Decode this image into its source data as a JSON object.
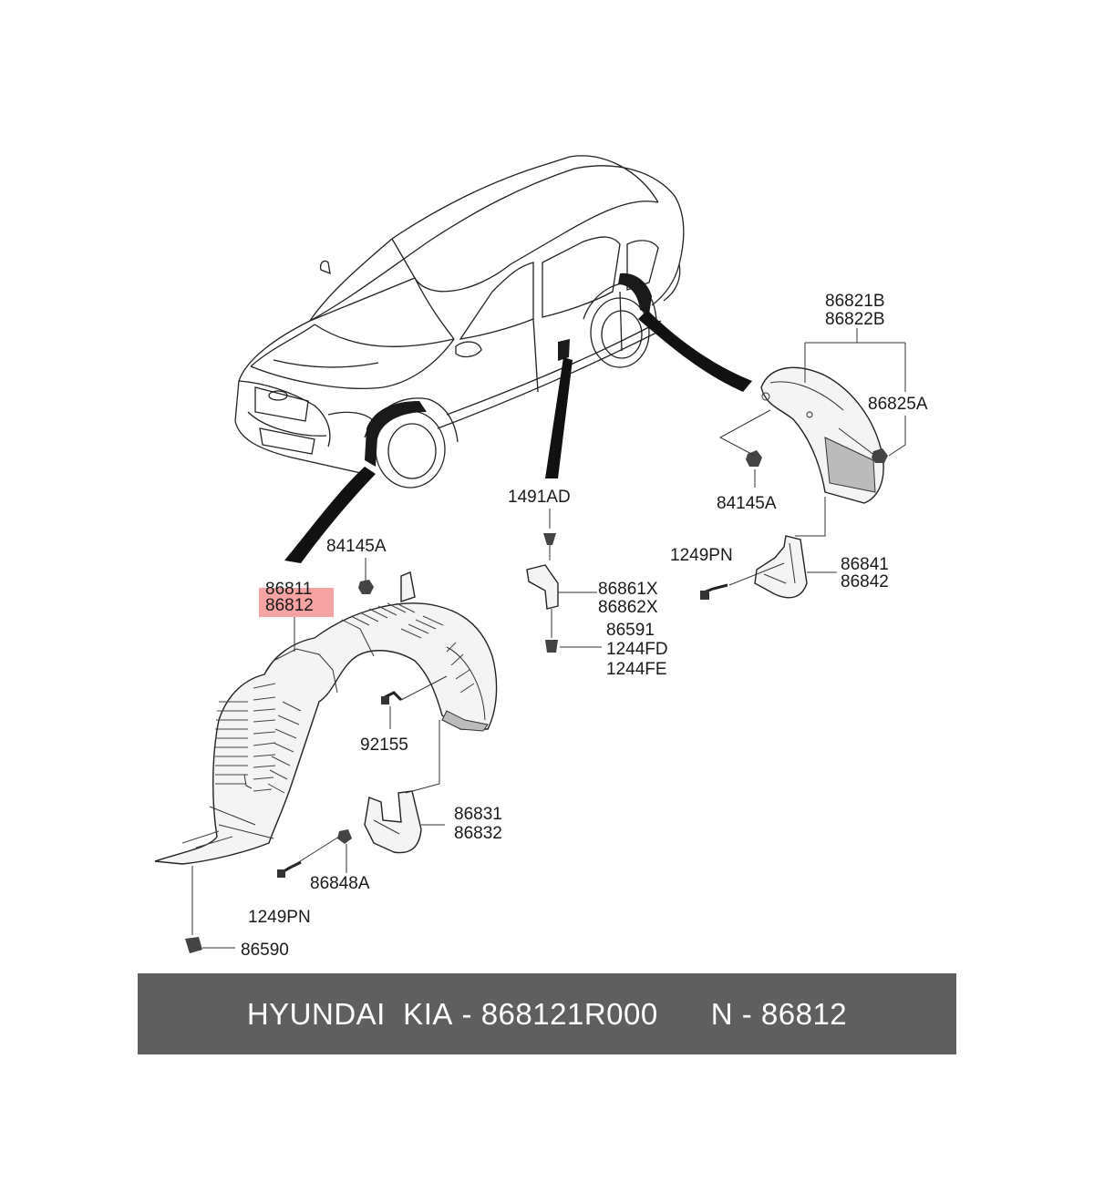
{
  "part_labels": {
    "p86821B": "86821B",
    "p86822B": "86822B",
    "p86825A": "86825A",
    "p84145A_rear": "84145A",
    "p1249PN_rear": "1249PN",
    "p86841": "86841",
    "p86842": "86842",
    "p1491AD": "1491AD",
    "p86861X": "86861X",
    "p86862X": "86862X",
    "p86591": "86591",
    "p1244FD": "1244FD",
    "p1244FE": "1244FE",
    "p84145A_front": "84145A",
    "p86811": "86811",
    "p86812": "86812",
    "p92155": "92155",
    "p86831": "86831",
    "p86832": "86832",
    "p86848A": "86848A",
    "p1249PN_front": "1249PN",
    "p86590": "86590"
  },
  "highlight": {
    "color": "#f5a3a3"
  },
  "banner": {
    "brand": "HYUNDAI  KIA",
    "part_number": "868121R000",
    "separator": " - ",
    "catalog_ref": "N - 86812",
    "background": "#5f5f5f",
    "text_color": "#ffffff"
  }
}
